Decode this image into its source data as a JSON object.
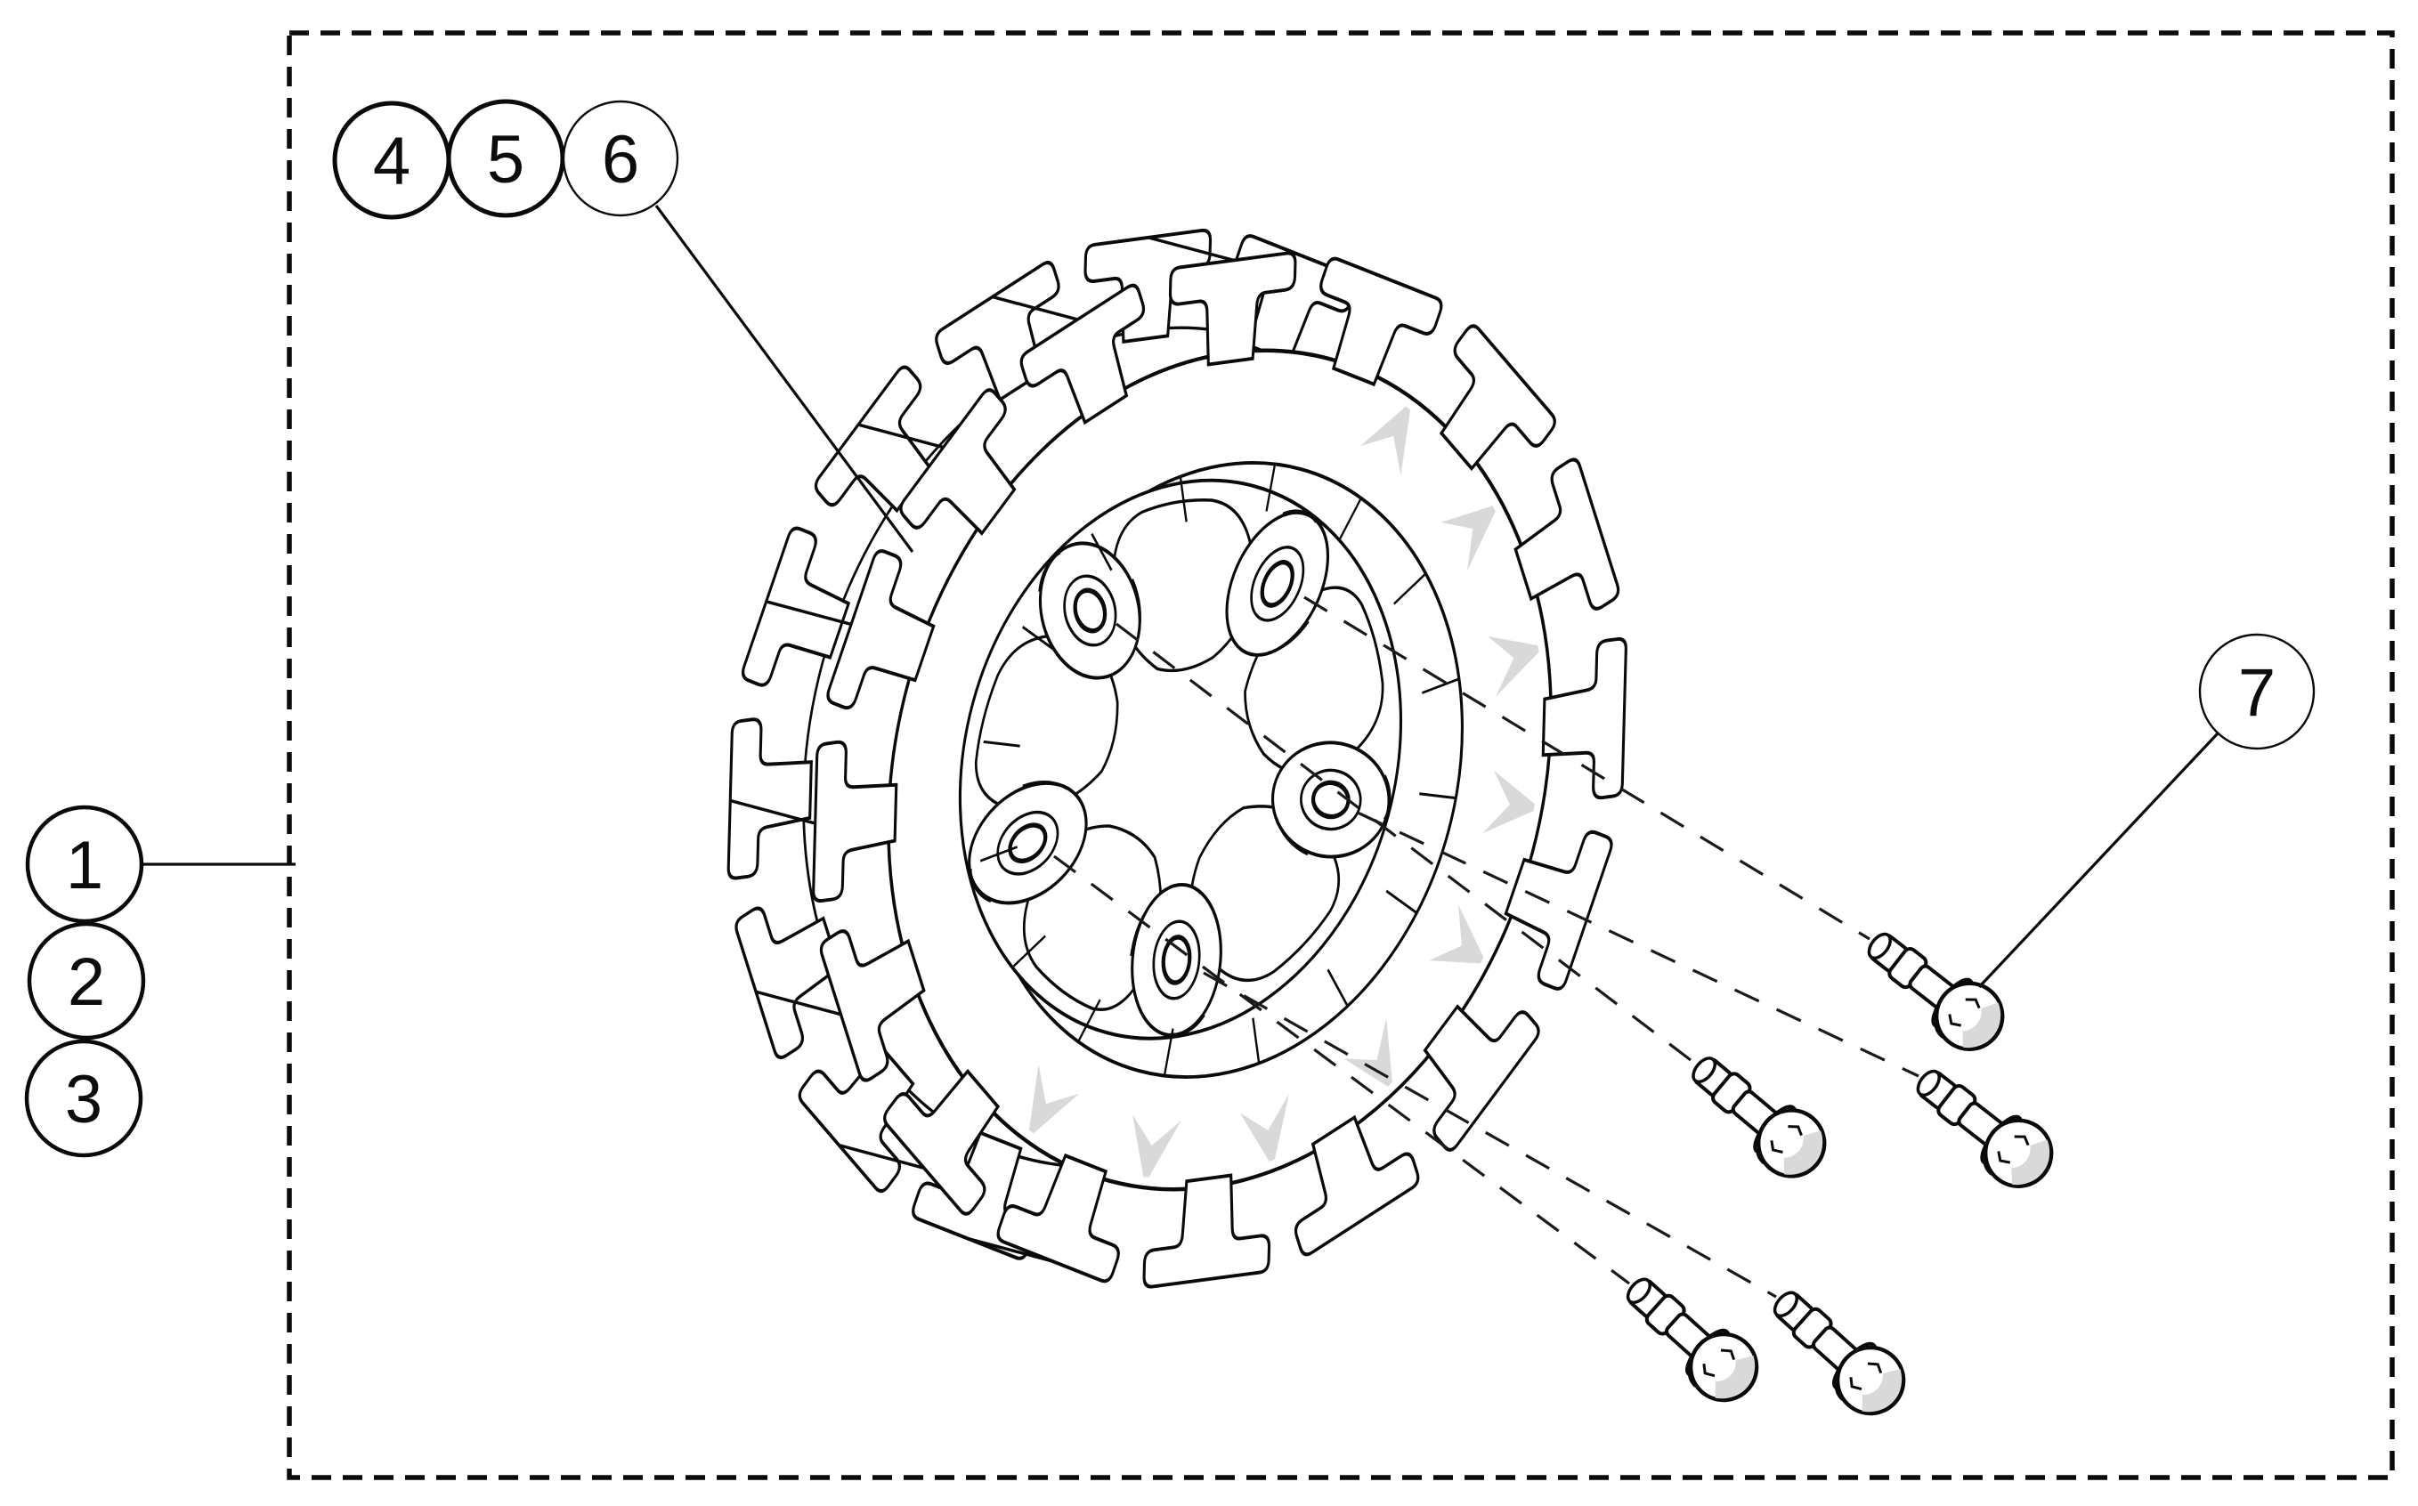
{
  "diagram": {
    "background_color": "#ffffff",
    "line_color": "#0a0a0a",
    "shade_color": "#d9d9d9",
    "shade_color_light": "#e9e9e9",
    "frame": {
      "style": "dashed-rectangle"
    },
    "callouts": [
      {
        "label": "1"
      },
      {
        "label": "2"
      },
      {
        "label": "3"
      },
      {
        "label": "4"
      },
      {
        "label": "5"
      },
      {
        "label": "6"
      },
      {
        "label": "7"
      }
    ],
    "parts": {
      "wheel_cleat_count": 16,
      "hub_bolt_hole_count": 5,
      "bolt_count": 5,
      "projection_line_count": 5
    }
  }
}
